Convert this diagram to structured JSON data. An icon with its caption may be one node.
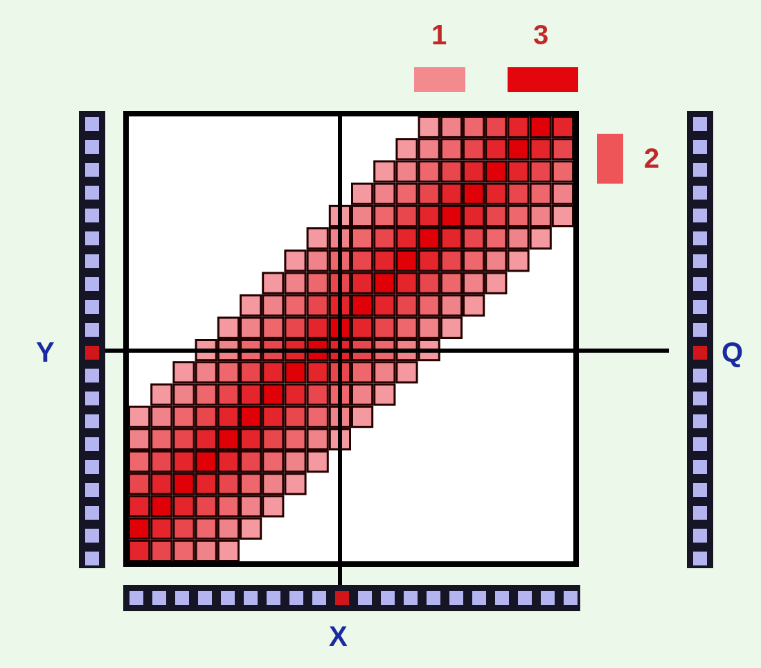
{
  "diagram": {
    "labels": [
      "Y",
      "Q",
      "X"
    ],
    "legend": [
      {
        "text": "1",
        "color": "#f28a8e"
      },
      {
        "text": "3",
        "color": "#e3060c"
      },
      {
        "text": "2",
        "color": "#ee5558"
      }
    ]
  }
}
